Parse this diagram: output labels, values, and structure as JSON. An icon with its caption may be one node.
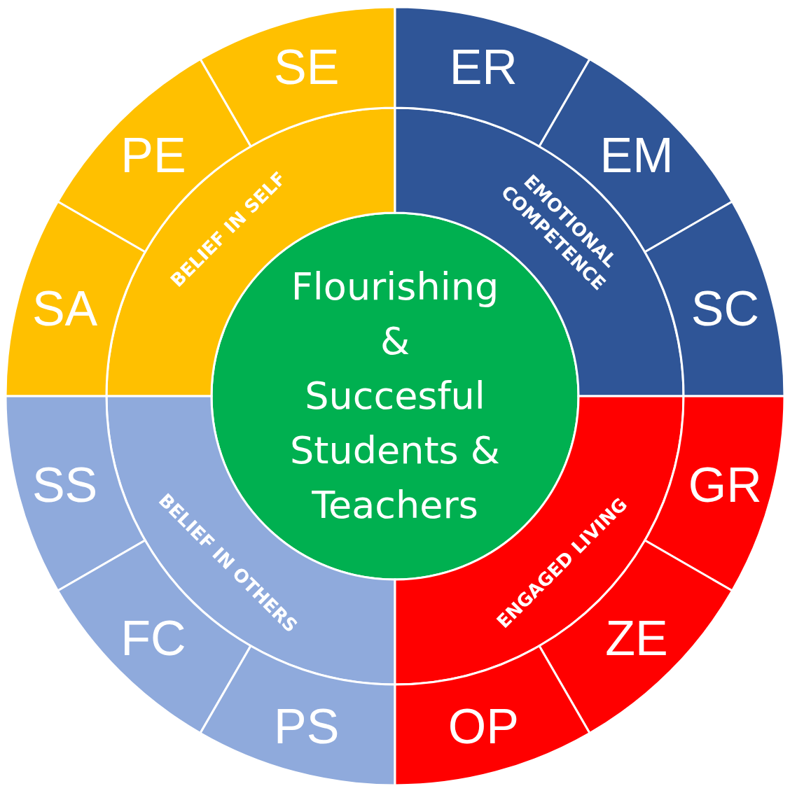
{
  "diagram": {
    "nodes": [
      {
        "text": [
          "Flourishing & Succesful Students & Teachers"
        ]
      },
      {
        "text": [
          "BELIEF IN SELF"
        ]
      },
      {
        "text": [
          "EMOTIONAL COMPETENCE"
        ]
      },
      {
        "text": [
          "BELIEF IN OTHERS"
        ]
      },
      {
        "text": [
          "ENGAGED LIVING"
        ]
      },
      {
        "text": [
          "SE"
        ]
      },
      {
        "text": [
          "ER"
        ]
      },
      {
        "text": [
          "PE"
        ]
      },
      {
        "text": [
          "EM"
        ]
      },
      {
        "text": [
          "SA"
        ]
      },
      {
        "text": [
          "SC"
        ]
      },
      {
        "text": [
          "SS"
        ]
      },
      {
        "text": [
          "GR"
        ]
      },
      {
        "text": [
          "FC"
        ]
      },
      {
        "text": [
          "ZE"
        ]
      },
      {
        "text": [
          "PS"
        ]
      },
      {
        "text": [
          "OP"
        ]
      }
    ],
    "edges": []
  }
}
